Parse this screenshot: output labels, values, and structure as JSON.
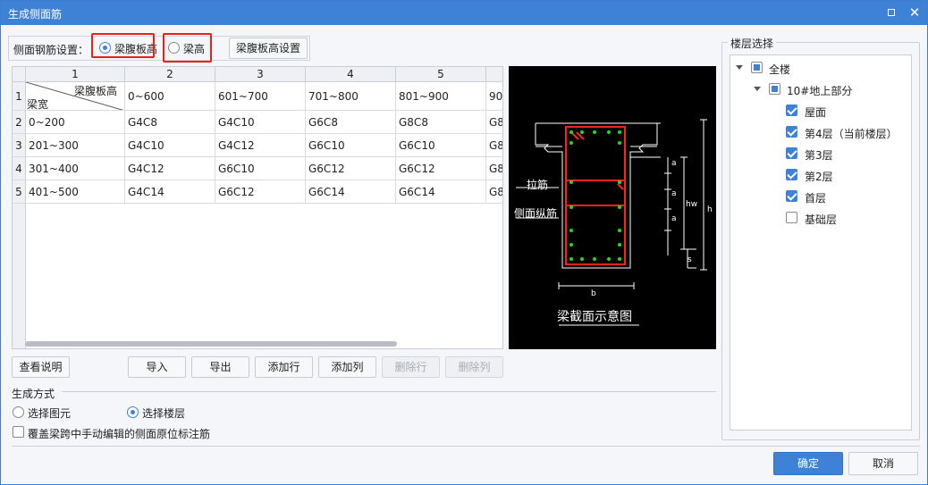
{
  "window": {
    "title": "生成侧面筋"
  },
  "side_setting": {
    "label": "侧面钢筋设置：",
    "opt_web_height": "梁腹板高",
    "opt_beam_height": "梁高",
    "web_height_btn": "梁腹板高设置"
  },
  "table": {
    "col_headers": [
      "1",
      "2",
      "3",
      "4",
      "5"
    ],
    "corner_top": "梁腹板高",
    "corner_bottom": "梁宽",
    "height_ranges": [
      "0~600",
      "601~700",
      "701~800",
      "801~900",
      "90"
    ],
    "rows": [
      {
        "num": "2",
        "width": "0~200",
        "cells": [
          "G4C8",
          "G4C10",
          "G6C8",
          "G8C8",
          "G8"
        ]
      },
      {
        "num": "3",
        "width": "201~300",
        "cells": [
          "G4C10",
          "G4C12",
          "G6C10",
          "G6C10",
          "G8"
        ]
      },
      {
        "num": "4",
        "width": "301~400",
        "cells": [
          "G4C12",
          "G6C10",
          "G6C12",
          "G6C12",
          "G8"
        ]
      },
      {
        "num": "5",
        "width": "401~500",
        "cells": [
          "G4C14",
          "G6C12",
          "G6C14",
          "G6C14",
          "G8"
        ]
      }
    ],
    "first_row_num": "1"
  },
  "diagram": {
    "tie_bar": "拉筋",
    "side_long_bar": "侧面纵筋",
    "caption": "梁截面示意图",
    "dim_a": "a",
    "dim_hw": "hw",
    "dim_h": "h",
    "dim_s": "s",
    "dim_b": "b"
  },
  "buttons": {
    "view_help": "查看说明",
    "import": "导入",
    "export": "导出",
    "add_row": "添加行",
    "add_col": "添加列",
    "del_row": "删除行",
    "del_col": "删除列"
  },
  "gen_mode": {
    "title": "生成方式",
    "opt_select_element": "选择图元",
    "opt_select_floor": "选择楼层",
    "override_check": "覆盖梁跨中手动编辑的侧面原位标注筋"
  },
  "floors": {
    "title": "楼层选择",
    "all": "全楼",
    "group": "10#地上部分",
    "items": [
      "屋面",
      "第4层（当前楼层）",
      "第3层",
      "第2层",
      "首层",
      "基础层"
    ],
    "checked": [
      true,
      true,
      true,
      true,
      true,
      false
    ]
  },
  "footer": {
    "ok": "确定",
    "cancel": "取消"
  },
  "colors": {
    "accent": "#3d82d6",
    "highlight": "#e8211b",
    "rebar": "#ff2020",
    "bar_dot": "#18e018"
  }
}
